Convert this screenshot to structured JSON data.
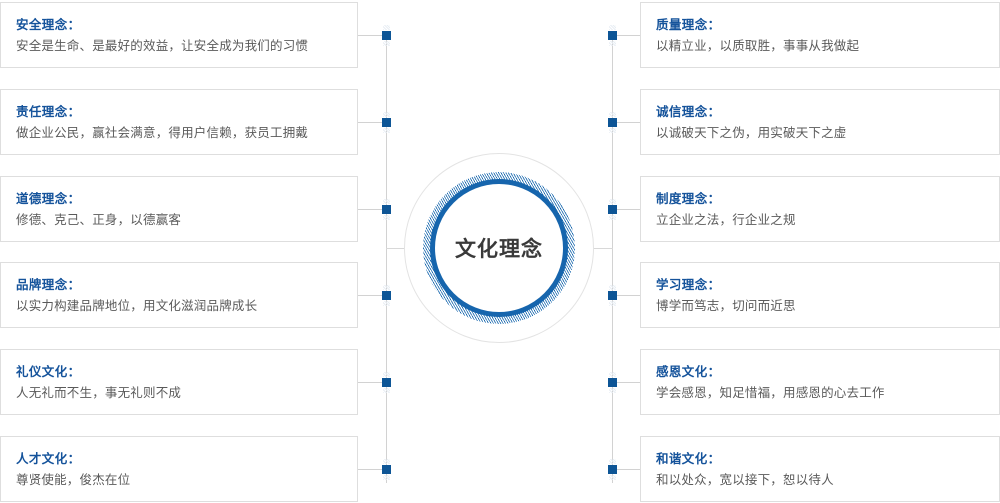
{
  "center": {
    "label": "文化理念",
    "accent_color": "#1665ad",
    "node_color": "#0d5596"
  },
  "theme": {
    "title_color": "#15539b",
    "body_color": "#5a5a5a",
    "card_border_color": "#dedede",
    "line_color": "#d2d2d2",
    "background": "#ffffff"
  },
  "left_column": [
    {
      "title": "安全理念：",
      "desc": "安全是生命、是最好的效益，让安全成为我们的习惯"
    },
    {
      "title": "责任理念：",
      "desc": "做企业公民，赢社会满意，得用户信赖，获员工拥戴"
    },
    {
      "title": "道德理念：",
      "desc": "修德、克己、正身，以德赢客"
    },
    {
      "title": "品牌理念：",
      "desc": "以实力构建品牌地位，用文化滋润品牌成长"
    },
    {
      "title": "礼仪文化：",
      "desc": "人无礼而不生，事无礼则不成"
    },
    {
      "title": "人才文化：",
      "desc": "尊贤使能，俊杰在位"
    }
  ],
  "right_column": [
    {
      "title": "质量理念：",
      "desc": "以精立业，以质取胜，事事从我做起"
    },
    {
      "title": "诚信理念：",
      "desc": "以诚破天下之伪，用实破天下之虚"
    },
    {
      "title": "制度理念：",
      "desc": "立企业之法，行企业之规"
    },
    {
      "title": "学习理念：",
      "desc": "博学而笃志，切问而近思"
    },
    {
      "title": "感恩文化：",
      "desc": "学会感恩，知足惜福，用感恩的心去工作"
    },
    {
      "title": "和谐文化：",
      "desc": "和以处众，宽以接下，恕以待人"
    }
  ]
}
